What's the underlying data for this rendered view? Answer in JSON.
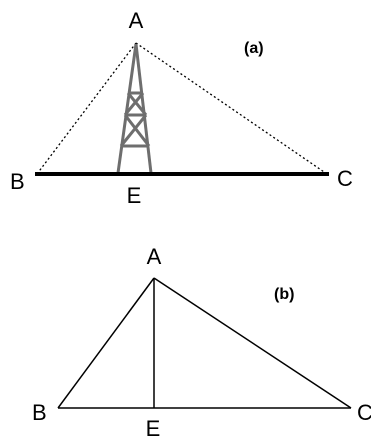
{
  "panel_a": {
    "label": "(a)",
    "points": {
      "A": "A",
      "B": "B",
      "C": "C",
      "E": "E"
    },
    "colors": {
      "baseline": "#000000",
      "dotted": "#000000",
      "tower": "#6e6e6e"
    }
  },
  "panel_b": {
    "label": "(b)",
    "points": {
      "A": "A",
      "B": "B",
      "C": "C",
      "E": "E"
    },
    "colors": {
      "lines": "#000000"
    }
  }
}
